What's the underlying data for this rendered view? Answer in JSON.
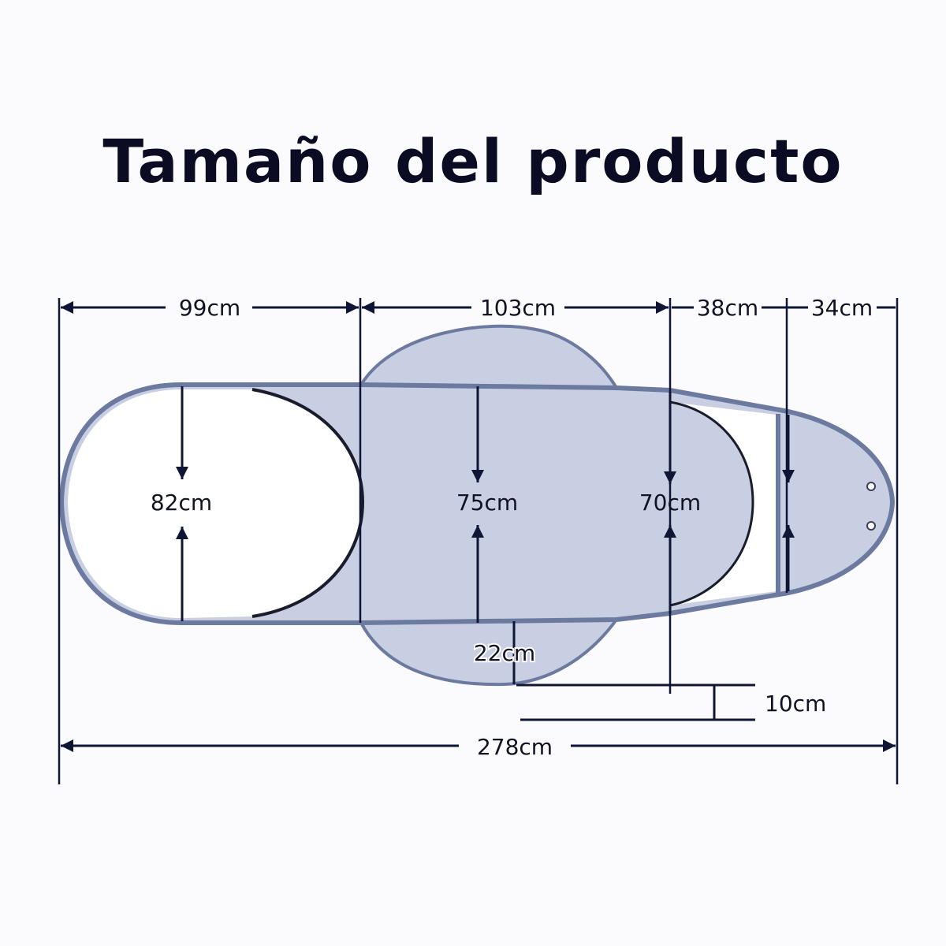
{
  "title": "Tamaño del producto",
  "colors": {
    "background": "#fbfbfd",
    "fill": "#c9cfe2",
    "outline": "#6d7aa0",
    "dimension_line": "#0f1535",
    "text": "#111322"
  },
  "dimensions": {
    "top": [
      {
        "id": "seg1",
        "label": "99cm"
      },
      {
        "id": "seg2",
        "label": "103cm"
      },
      {
        "id": "seg3",
        "label": "38cm"
      },
      {
        "id": "seg4",
        "label": "34cm"
      }
    ],
    "widths": [
      {
        "id": "left-oval",
        "label": "82cm"
      },
      {
        "id": "center",
        "label": "75cm"
      },
      {
        "id": "right-oval",
        "label": "70cm"
      }
    ],
    "flap": {
      "label": "22cm"
    },
    "offset": {
      "label": "10cm"
    },
    "total": {
      "label": "278cm"
    }
  }
}
